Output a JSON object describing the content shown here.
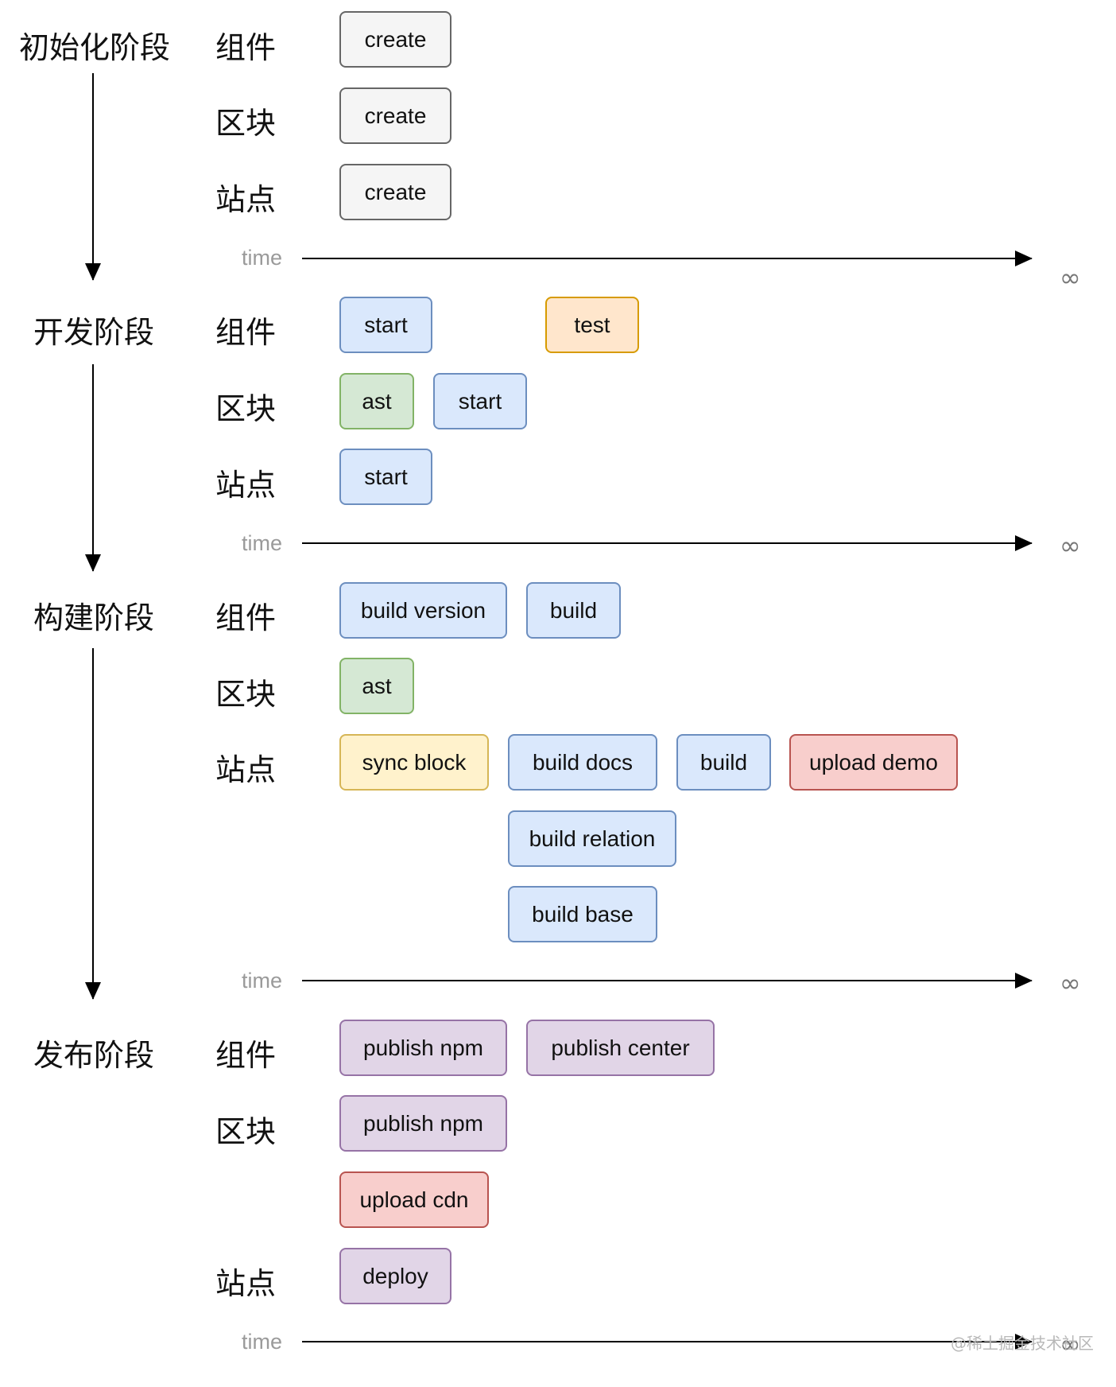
{
  "colors": {
    "gray": {
      "fill": "#f5f5f5",
      "stroke": "#666666"
    },
    "blue": {
      "fill": "#dae8fc",
      "stroke": "#6c8ebf"
    },
    "green": {
      "fill": "#d5e8d4",
      "stroke": "#82b366"
    },
    "orange": {
      "fill": "#ffe6cc",
      "stroke": "#d79b00"
    },
    "yellow": {
      "fill": "#fff2cc",
      "stroke": "#d6b656"
    },
    "red": {
      "fill": "#f8cecc",
      "stroke": "#b85450"
    },
    "purple": {
      "fill": "#e1d5e7",
      "stroke": "#9673a6"
    }
  },
  "phases": [
    {
      "label": "初始化阶段",
      "time_label": "time",
      "inf_label": "∞",
      "rows": [
        {
          "label": "组件",
          "tasks": [
            {
              "text": "create",
              "color": "gray"
            }
          ]
        },
        {
          "label": "区块",
          "tasks": [
            {
              "text": "create",
              "color": "gray"
            }
          ]
        },
        {
          "label": "站点",
          "tasks": [
            {
              "text": "create",
              "color": "gray"
            }
          ]
        }
      ]
    },
    {
      "label": "开发阶段",
      "time_label": "time",
      "inf_label": "∞",
      "rows": [
        {
          "label": "组件",
          "tasks": [
            {
              "text": "start",
              "color": "blue"
            },
            {
              "text": "test",
              "color": "orange"
            }
          ]
        },
        {
          "label": "区块",
          "tasks": [
            {
              "text": "ast",
              "color": "green"
            },
            {
              "text": "start",
              "color": "blue"
            }
          ]
        },
        {
          "label": "站点",
          "tasks": [
            {
              "text": "start",
              "color": "blue"
            }
          ]
        }
      ]
    },
    {
      "label": "构建阶段",
      "time_label": "time",
      "inf_label": "∞",
      "rows": [
        {
          "label": "组件",
          "tasks": [
            {
              "text": "build version",
              "color": "blue"
            },
            {
              "text": "build",
              "color": "blue"
            }
          ]
        },
        {
          "label": "区块",
          "tasks": [
            {
              "text": "ast",
              "color": "green"
            }
          ]
        },
        {
          "label": "站点",
          "tasks": [
            {
              "text": "sync block",
              "color": "yellow"
            },
            {
              "text": "build docs",
              "color": "blue"
            },
            {
              "text": "build",
              "color": "blue"
            },
            {
              "text": "upload demo",
              "color": "red"
            },
            {
              "text": "build relation",
              "color": "blue"
            },
            {
              "text": "build base",
              "color": "blue"
            }
          ]
        }
      ]
    },
    {
      "label": "发布阶段",
      "time_label": "time",
      "inf_label": "∞",
      "rows": [
        {
          "label": "组件",
          "tasks": [
            {
              "text": "publish npm",
              "color": "purple"
            },
            {
              "text": "publish center",
              "color": "purple"
            }
          ]
        },
        {
          "label": "区块",
          "tasks": [
            {
              "text": "publish npm",
              "color": "purple"
            },
            {
              "text": "upload cdn",
              "color": "red"
            }
          ]
        },
        {
          "label": "站点",
          "tasks": [
            {
              "text": "deploy",
              "color": "purple"
            }
          ]
        }
      ]
    }
  ],
  "watermark": "@稀土掘金技术社区"
}
